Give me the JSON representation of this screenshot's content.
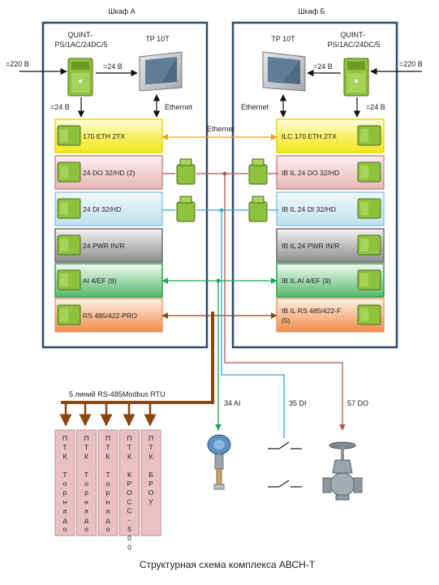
{
  "cabinet_a": {
    "title": "Шкаф А",
    "power_supply": "QUINT-PS/1AC/24DC/5",
    "panel": "TP 10T",
    "input_voltage": "=220 В",
    "output_voltage": "=24 В",
    "module_voltage": "=24 В",
    "ethernet_label": "Ethernet",
    "modules": [
      "170 ETH 2TX",
      "24 DO 32/HD (2)",
      "24 DI 32/HD",
      "24 PWR IN/R",
      "AI 4/EF (9)",
      "RS 485/422-PRO"
    ]
  },
  "cabinet_b": {
    "title": "Шкаф Б",
    "power_supply": "QUINT-PS/1AC/24DC/5",
    "panel": "TP 10T",
    "input_voltage": "=220 В",
    "output_voltage": "=24 В",
    "module_voltage": "=24 В",
    "ethernet_label": "Ethernet",
    "modules": [
      "ILC 170 ETH 2TX",
      "IB IL 24 DO 32/HD",
      "IB IL 24 DI 32/HD",
      "IB IL 24 PWR IN/R",
      "IB IL AI 4/EF (9)",
      "IB IL RS 485/422-F (5)"
    ]
  },
  "link": {
    "ethernet": "Ethernet"
  },
  "field": {
    "rs485_lines": "5 линий RS-485Modbus RTU",
    "ai_count": "34 AI",
    "di_count": "35 DI",
    "do_count": "57 DO"
  },
  "ptk_boxes": [
    {
      "word": "Торнадо"
    },
    {
      "word": "Торнадо"
    },
    {
      "word": "Торнадо"
    },
    {
      "word": "КРОСС-500"
    },
    {
      "word": "БРОУ"
    }
  ],
  "caption": "Структурная схема комплекса АВСН-Т",
  "colors": {
    "cabinet_border": "#2f4a6d",
    "eth_yellow": "#f2ec20",
    "do_red": "#b05555",
    "di_blue": "#33aadd",
    "ai_green": "#1fa65a",
    "rs485_brown": "#8b4513",
    "ptk_fill": "#e9c1c4"
  }
}
